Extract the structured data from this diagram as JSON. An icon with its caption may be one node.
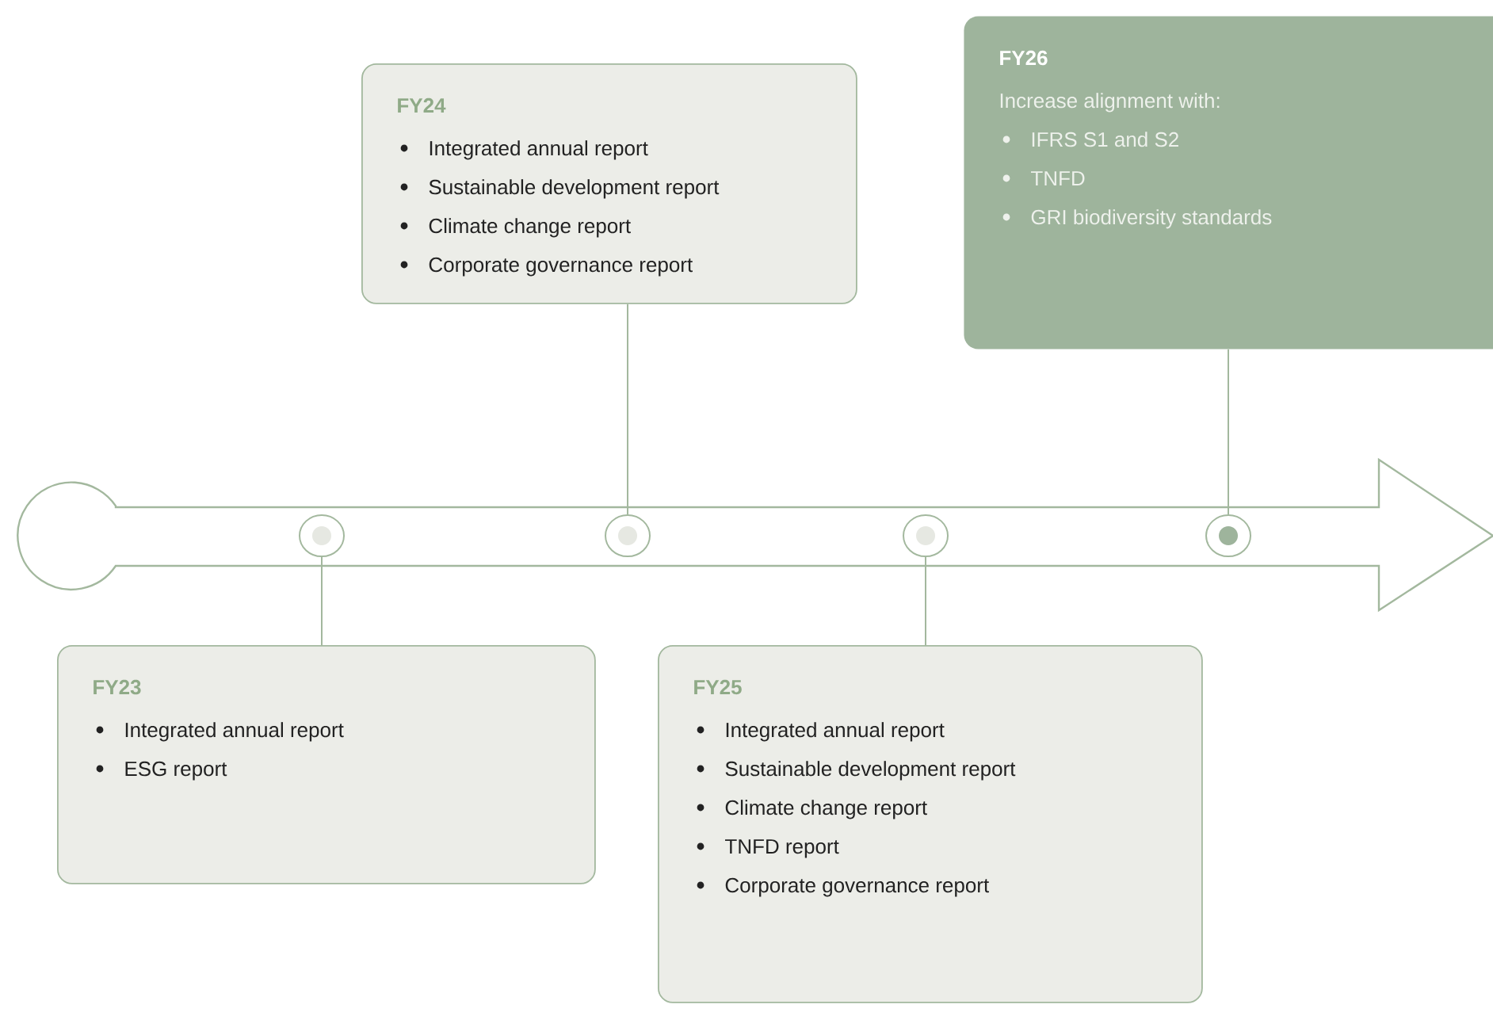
{
  "diagram": {
    "nodes": [
      {
        "text": [
          "FY23",
          "Integrated annual report",
          "ESG report"
        ]
      },
      {
        "text": [
          "FY24",
          "Integrated annual report",
          "Sustainable development report",
          "Climate change report",
          "Corporate governance report"
        ]
      },
      {
        "text": [
          "FY25",
          "Integrated annual report",
          "Sustainable development report",
          "Climate change report",
          "TNFD report",
          "Corporate governance report"
        ]
      },
      {
        "text": [
          "FY26",
          "Increase alignment with:",
          "IFRS S1 and S2",
          "TNFD",
          "GRI biodiversity standards"
        ]
      },
      {
        "text": [],
        "shape": "circle"
      },
      {
        "text": [],
        "shape": "circle"
      },
      {
        "text": [],
        "shape": "circle"
      },
      {
        "text": [],
        "shape": "circle"
      }
    ],
    "edges": [
      {
        "from": 0,
        "to": 4,
        "arrow": "none"
      },
      {
        "from": 1,
        "to": 5,
        "arrow": "none"
      },
      {
        "from": 2,
        "to": 6,
        "arrow": "none"
      },
      {
        "from": 3,
        "to": 7,
        "arrow": "none"
      }
    ]
  }
}
